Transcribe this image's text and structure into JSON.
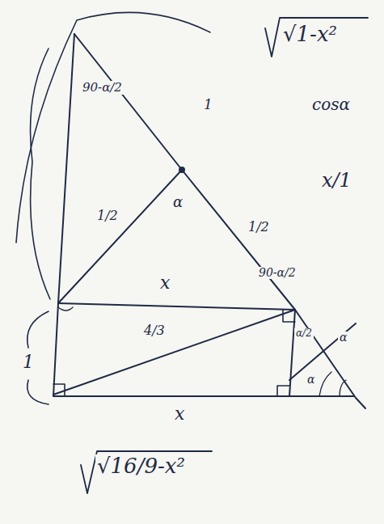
{
  "diagram": {
    "labels": [
      "√1-x²",
      "cosα",
      "x/1",
      "90-α/2",
      "1",
      "1/2",
      "α",
      "1/2",
      "x",
      "90-α/2",
      "4/3",
      "1",
      "x",
      "√16/9-x²",
      "α/2",
      "α",
      "α"
    ]
  }
}
